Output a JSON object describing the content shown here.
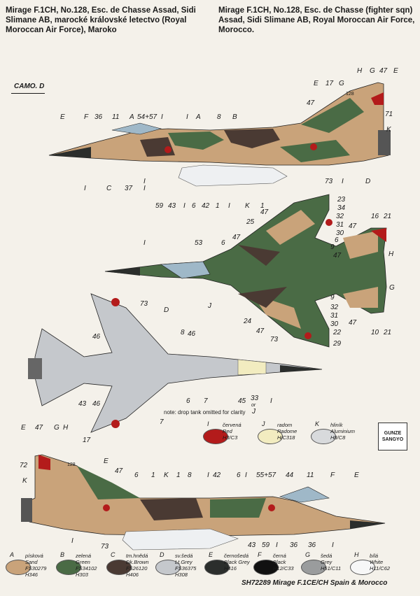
{
  "header_left": "Mirage F.1CH, No.128, Esc. de Chasse Assad, Sidi Slimane AB, marocké královské letectvo (Royal Moroccan Air Force), Maroko",
  "header_right": "Mirage F.1CH, No.128, Esc. de Chasse (fighter sqn) Assad, Sidi Slimane AB, Royal Moroccan Air Force, Morocco.",
  "camo_label": "CAMO. D",
  "tail_number": "128",
  "note": "note: drop tank omitted for clarity",
  "footer": "SH72289 Mirage F.1CE/CH Spain & Morocco",
  "brand": [
    "GUNZE",
    "SANGYO"
  ],
  "paints_top": [
    {
      "letter": "I",
      "cz": "červená",
      "en": "Red",
      "code": "H3/C3",
      "color": "#b31b1b"
    },
    {
      "letter": "J",
      "cz": "radom",
      "en": "Radome",
      "code": "H/C318",
      "color": "#f2ecc0"
    },
    {
      "letter": "K",
      "cz": "hliník",
      "en": "Aluminium",
      "code": "H8/C8",
      "color": "#d8dadc"
    }
  ],
  "paints_bottom": [
    {
      "letter": "A",
      "cz": "písková",
      "en": "Sand",
      "code": "FS30279",
      "code2": "H346",
      "color": "#c9a37a"
    },
    {
      "letter": "B",
      "cz": "zelená",
      "en": "Green",
      "code": "FS34102",
      "code2": "H303",
      "color": "#4a6b45"
    },
    {
      "letter": "C",
      "cz": "tm.hnědá",
      "en": "Dk.Brown",
      "code": "FS26120",
      "code2": "H406",
      "color": "#4a3a33"
    },
    {
      "letter": "D",
      "cz": "sv.šedá",
      "en": "Lt.Grey",
      "code": "FS36375",
      "code2": "H308",
      "color": "#c5c8cc"
    },
    {
      "letter": "E",
      "cz": "černošedá",
      "en": "Black Grey",
      "code": "H416",
      "code2": "",
      "color": "#2b2e2c"
    },
    {
      "letter": "F",
      "cz": "černá",
      "en": "Black",
      "code": "H12/C33",
      "code2": "",
      "color": "#111111"
    },
    {
      "letter": "G",
      "cz": "šedá",
      "en": "Grey",
      "code": "H51/C11",
      "code2": "",
      "color": "#9a9c9d"
    },
    {
      "letter": "H",
      "cz": "bílá",
      "en": "White",
      "code": "H11/C62",
      "code2": "",
      "color": "#f7f7f7"
    }
  ],
  "callouts_side1": [
    "E",
    "F",
    "36",
    "11",
    "A",
    "54+57",
    "I",
    "I",
    "A",
    "8",
    "B",
    "I",
    "I",
    "C",
    "37",
    "I",
    "59",
    "43",
    "I",
    "6",
    "42",
    "1",
    "I",
    "K",
    "1",
    "73",
    "I",
    "D",
    "47",
    "E",
    "17",
    "G",
    "128",
    "H",
    "G",
    "47",
    "E",
    "71",
    "K"
  ],
  "callouts_top": [
    "53",
    "6",
    "I",
    "J",
    "25",
    "47",
    "47",
    "24",
    "47",
    "73",
    "22",
    "29",
    "23",
    "34",
    "32",
    "31",
    "30",
    "6",
    "9",
    "47",
    "9",
    "32",
    "31",
    "30",
    "16",
    "21",
    "47",
    "H",
    "G",
    "47",
    "10",
    "21"
  ],
  "callouts_bottom": [
    "73",
    "D",
    "8",
    "46",
    "46",
    "43",
    "46",
    "7",
    "6",
    "7",
    "45",
    "33",
    "or",
    "J",
    "I"
  ],
  "callouts_side2": [
    "E",
    "47",
    "G",
    "H",
    "17",
    "72",
    "E",
    "47",
    "K",
    "6",
    "1",
    "K",
    "1",
    "8",
    "I",
    "42",
    "6",
    "I",
    "55+57",
    "44",
    "11",
    "F",
    "E",
    "I",
    "73",
    "43",
    "59",
    "I",
    "36",
    "36",
    "I"
  ]
}
